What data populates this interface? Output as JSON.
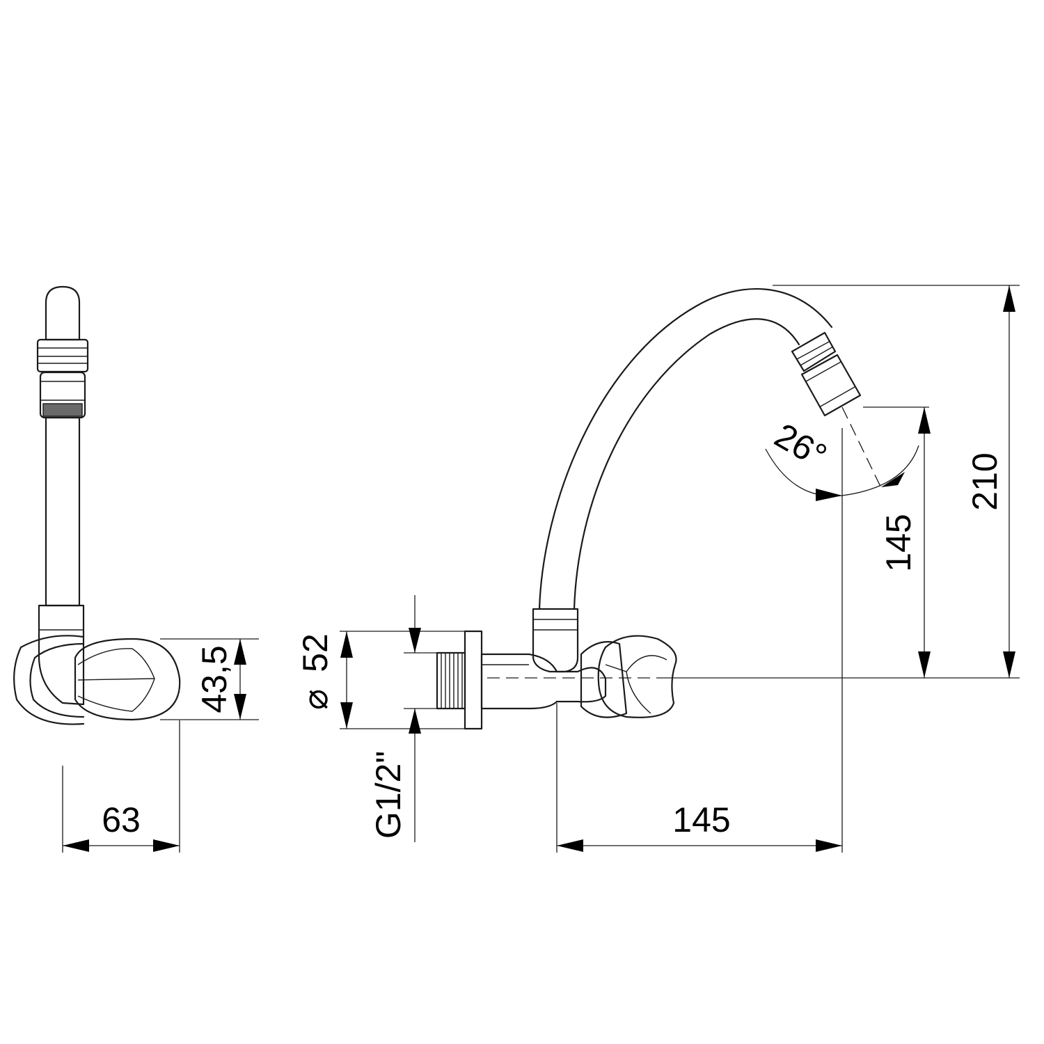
{
  "dimensions": {
    "width_side": "63",
    "handle_height": "43,5",
    "flange_diameter": "52",
    "diameter_symbol": "⌀",
    "thread": "G1/2\"",
    "reach": "145",
    "outlet_height": "145",
    "total_height": "210",
    "swivel_angle": "26°"
  },
  "colors": {
    "line": "#1a1a1a",
    "background": "#ffffff"
  }
}
